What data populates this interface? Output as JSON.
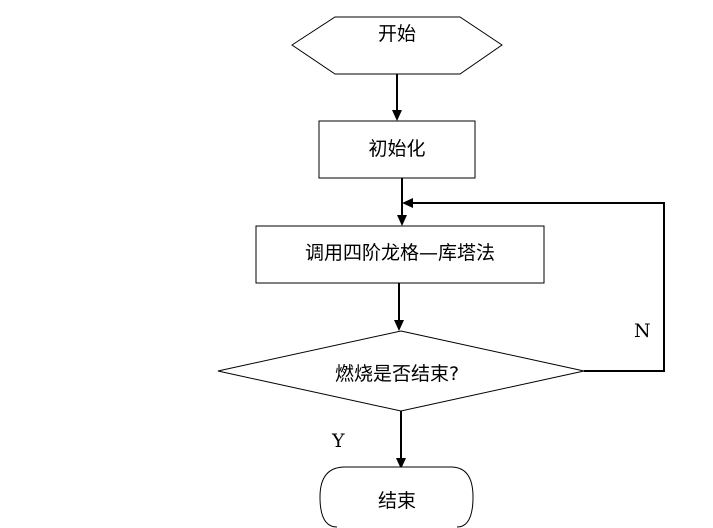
{
  "nodes": {
    "start": "开始",
    "init": "初始化",
    "process": "调用四阶龙格—库塔法",
    "decision": "燃烧是否结束?",
    "end": "结束"
  },
  "edges": {
    "no_label": "N",
    "yes_label": "Y"
  }
}
